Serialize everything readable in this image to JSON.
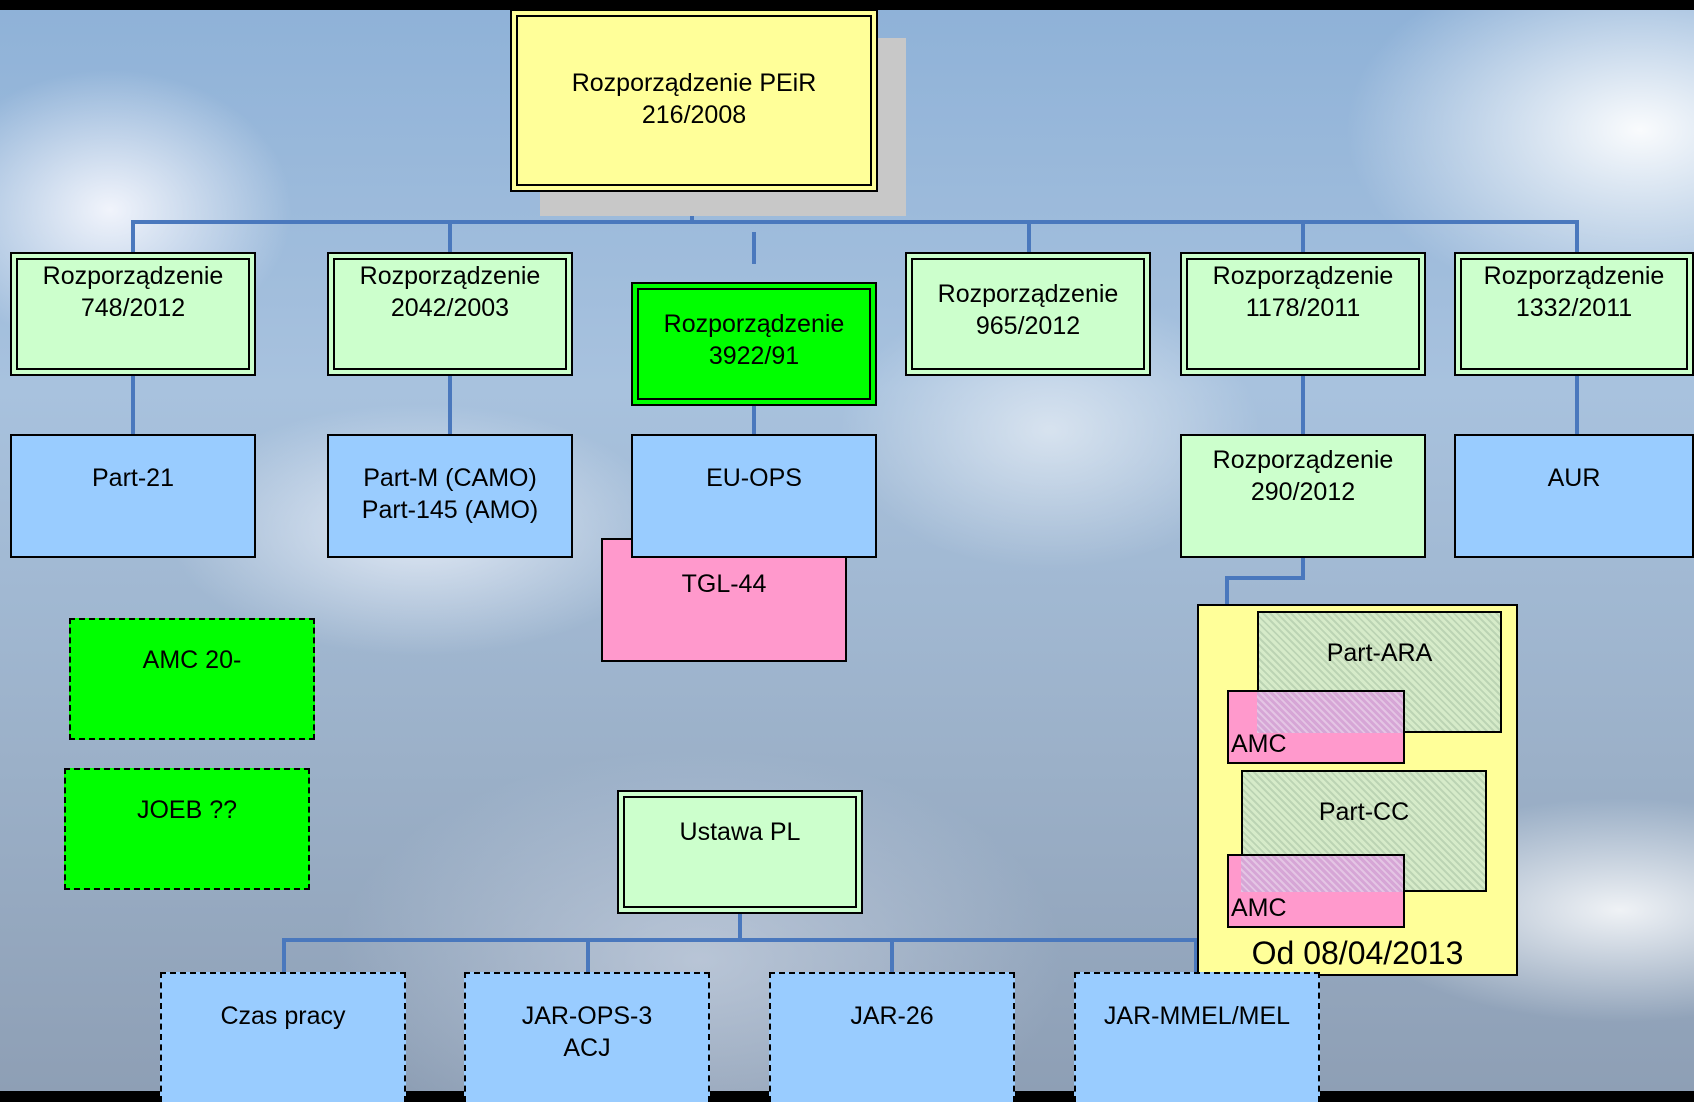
{
  "top": {
    "line1": "Rozporządzenie PEiR",
    "line2": "216/2008"
  },
  "regs": [
    {
      "line1": "Rozporządzenie",
      "line2": "748/2012"
    },
    {
      "line1": "Rozporządzenie",
      "line2": "2042/2003"
    },
    {
      "line1": "Rozporządzenie",
      "line2": "3922/91"
    },
    {
      "line1": "Rozporządzenie",
      "line2": "965/2012"
    },
    {
      "line1": "Rozporządzenie",
      "line2": "1178/2011"
    },
    {
      "line1": "Rozporządzenie",
      "line2": "1332/2011"
    }
  ],
  "parts": {
    "part21": "Part-21",
    "partm_line1": "Part-M (CAMO)",
    "partm_line2": "Part-145 (AMO)",
    "euops": "EU-OPS",
    "tgl": "TGL-44",
    "r290_line1": "Rozporządzenie",
    "r290_line2": "290/2012",
    "aur": "AUR"
  },
  "group": {
    "part_ara": "Part-ARA",
    "amc1": "AMC",
    "part_cc": "Part-CC",
    "amc2": "AMC",
    "date": "Od 08/04/2013"
  },
  "side": {
    "amc20": "AMC 20-",
    "joeb": "JOEB ??"
  },
  "ustawa": "Ustawa PL",
  "bottom": [
    {
      "line1": "Czas pracy",
      "line2": ""
    },
    {
      "line1": "JAR-OPS-3",
      "line2": "ACJ"
    },
    {
      "line1": "JAR-26",
      "line2": ""
    },
    {
      "line1": "JAR-MMEL/MEL",
      "line2": ""
    }
  ],
  "colors": {
    "line": "#4a78bd",
    "light_green": "#ccffcc",
    "bright_green": "#00ff00",
    "yellow": "#ffff99",
    "blue": "#99ccff",
    "pink": "#ff99cc"
  }
}
